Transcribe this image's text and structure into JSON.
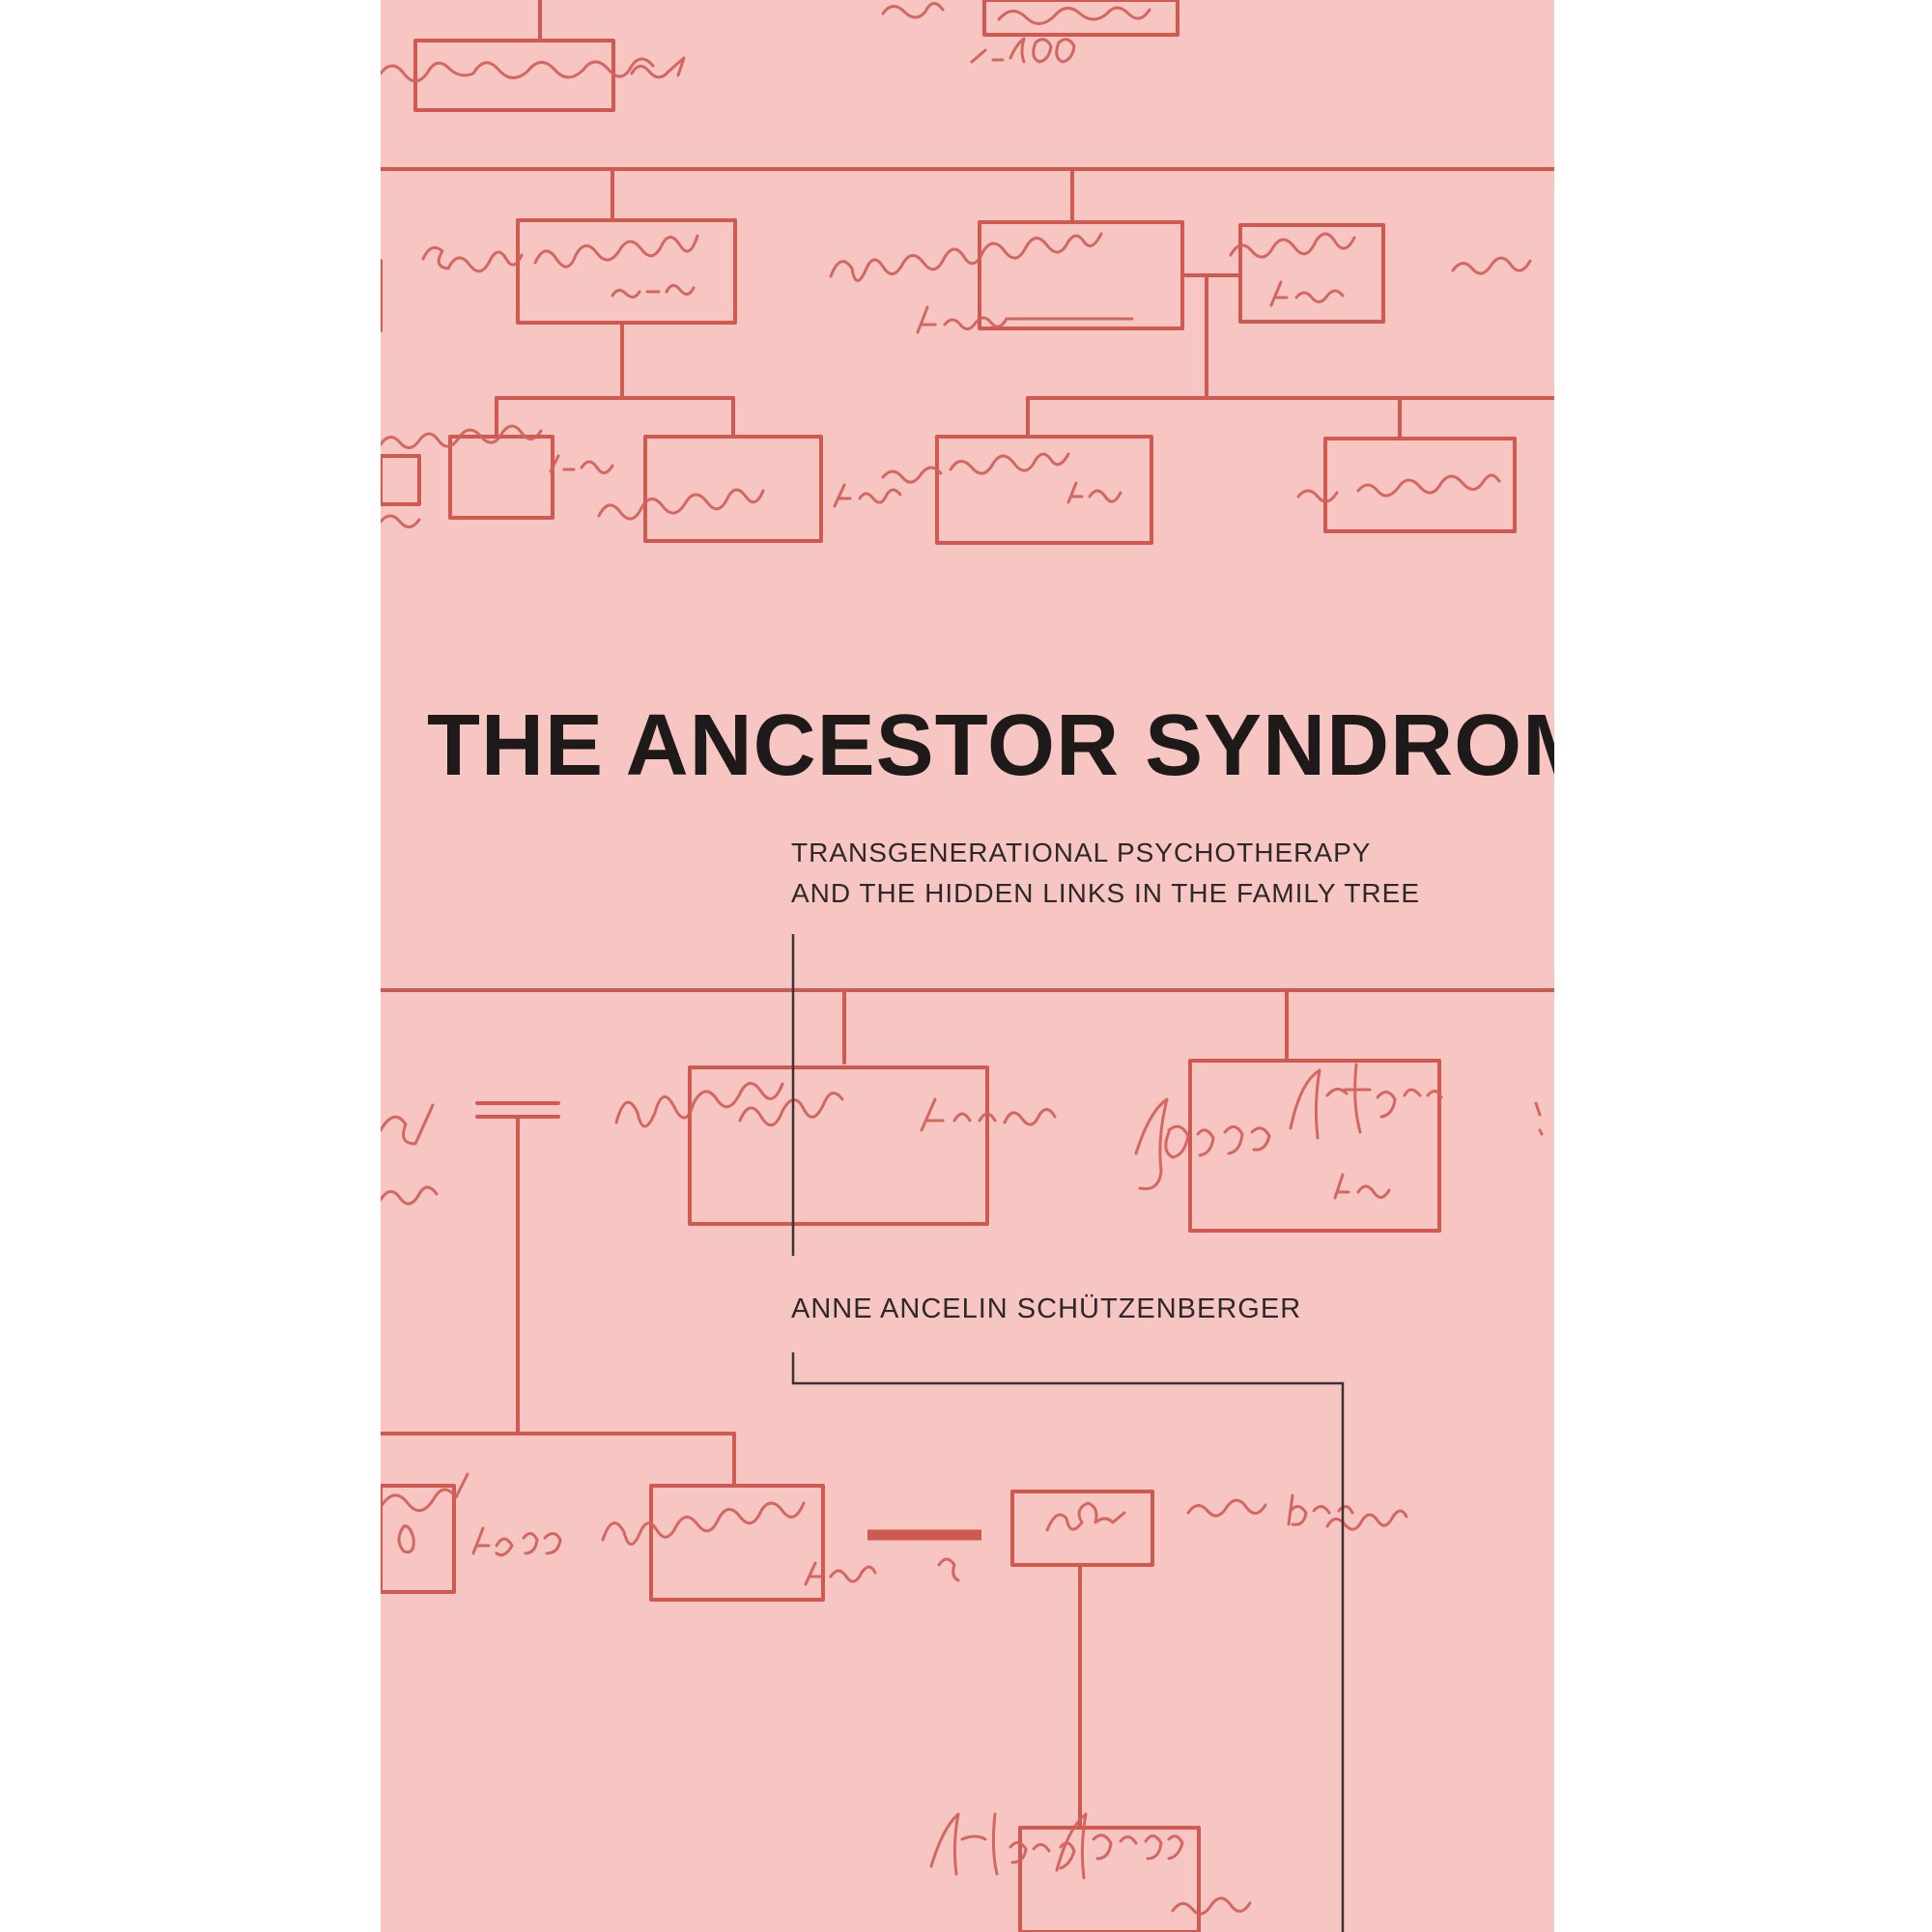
{
  "cover": {
    "title": "THE ANCESTOR SYNDROME",
    "subtitle_line1": "TRANSGENERATIONAL PSYCHOTHERAPY",
    "subtitle_line2": "AND THE HIDDEN LINKS IN THE FAMILY TREE",
    "author": "ANNE ANCELIN SCHÜTZENBERGER",
    "colors": {
      "background": "#f7c6c3",
      "tree_lines": "#cf5a52",
      "text": "#1e1a1a",
      "rule_lines": "#3a3434"
    }
  }
}
